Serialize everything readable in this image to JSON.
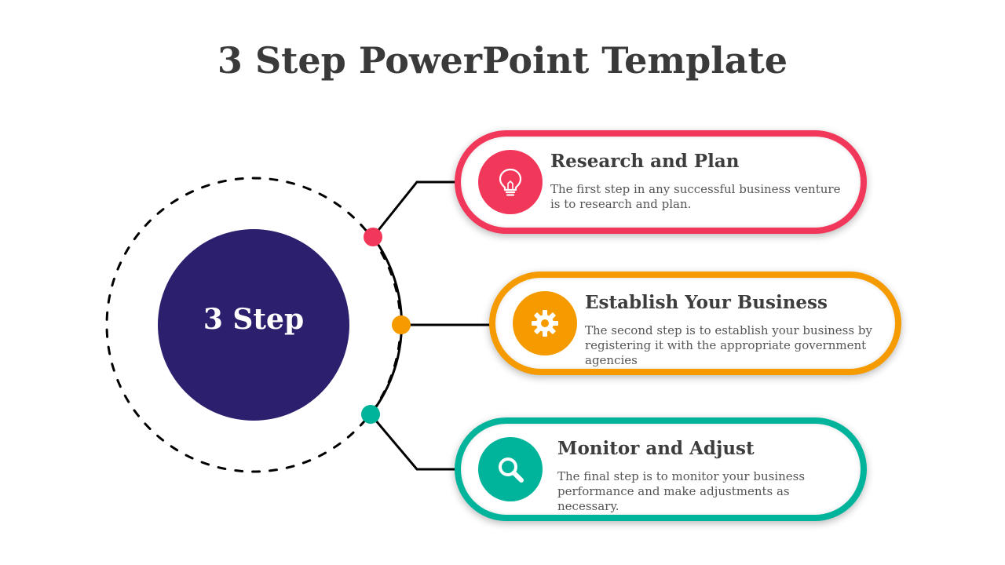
{
  "slide": {
    "title": "3 Step PowerPoint Template",
    "hub_label": "3 Step"
  },
  "colors": {
    "hub": "#2c1f6e",
    "step1": "#f2385a",
    "step2": "#f59b00",
    "step3": "#00b39b",
    "connector": "#000000"
  },
  "steps": [
    {
      "title": "Research and Plan",
      "description": "The first step in any successful business venture is to research and plan.",
      "icon": "lightbulb-icon"
    },
    {
      "title": "Establish Your Business",
      "description": "The second step is to establish your business by registering it with the appropriate government agencies",
      "icon": "gear-icon"
    },
    {
      "title": "Monitor and Adjust",
      "description": "The final step is to monitor your business performance and make adjustments as necessary.",
      "icon": "magnifier-icon"
    }
  ]
}
